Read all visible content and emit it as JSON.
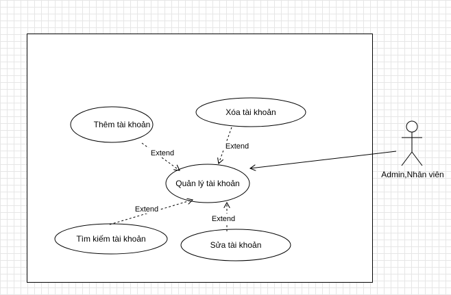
{
  "diagram": {
    "use_cases": {
      "them": "Thêm tài khoản",
      "xoa": "Xóa tài khoản",
      "quanly": "Quản lý tài khoản",
      "timkiem": "Tìm kiếm tài khoản",
      "sua": "Sửa tài khoản"
    },
    "relations": {
      "extend_them": "Extend",
      "extend_xoa": "Extend",
      "extend_timkiem": "Extend",
      "extend_sua": "Extend"
    },
    "actor": {
      "name": "Admin,Nhân viên",
      "icon": "stick-figure-icon"
    },
    "colors": {
      "stroke": "#000000",
      "background": "#ffffff",
      "grid": "#e6e6e6"
    }
  }
}
